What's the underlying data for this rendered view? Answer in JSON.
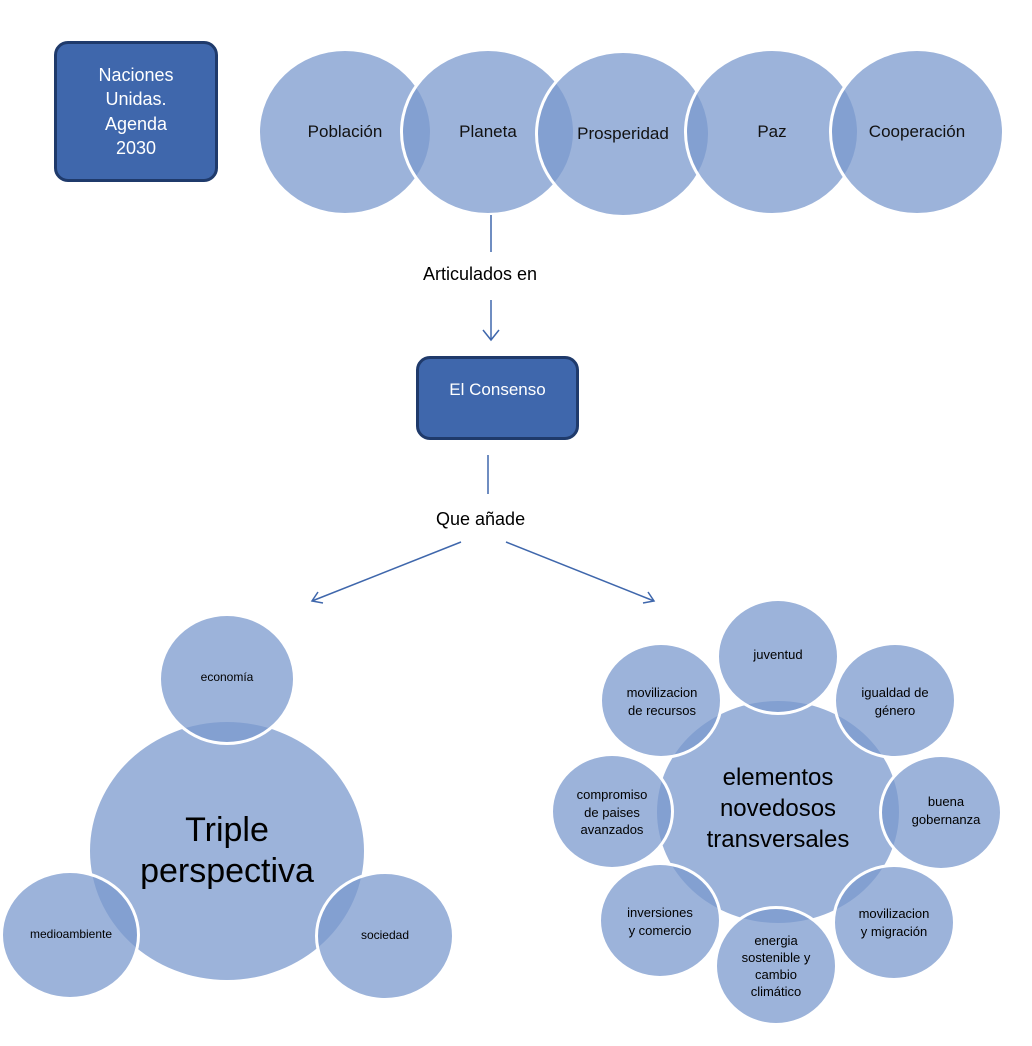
{
  "colors": {
    "box_fill": "#3f67ac",
    "box_border": "#1f3a6b",
    "circle_fill": "#7b9ace",
    "arrow": "#3f67ac"
  },
  "header_box": "Naciones\nUnidas.\nAgenda\n2030",
  "pillars": [
    "Población",
    "Planeta",
    "Prosperidad",
    "Paz",
    "Cooperación"
  ],
  "connector1": "Articulados en",
  "consensus_box": "El Consenso",
  "connector2": "Que añade",
  "triple": {
    "center": "Triple\nperspectiva",
    "economy": "economía",
    "environment": "medioambiente",
    "society": "sociedad"
  },
  "elements": {
    "center": "elementos\nnovedosos\ntransversales",
    "items": [
      "juventud",
      "igualdad de\ngénero",
      "buena\ngobernanza",
      "movilizacion\ny migración",
      "energia\nsostenible y\ncambio\nclimático",
      "inversiones\ny comercio",
      "compromiso\nde paises\navanzados",
      "movilizacion\nde recursos"
    ]
  }
}
